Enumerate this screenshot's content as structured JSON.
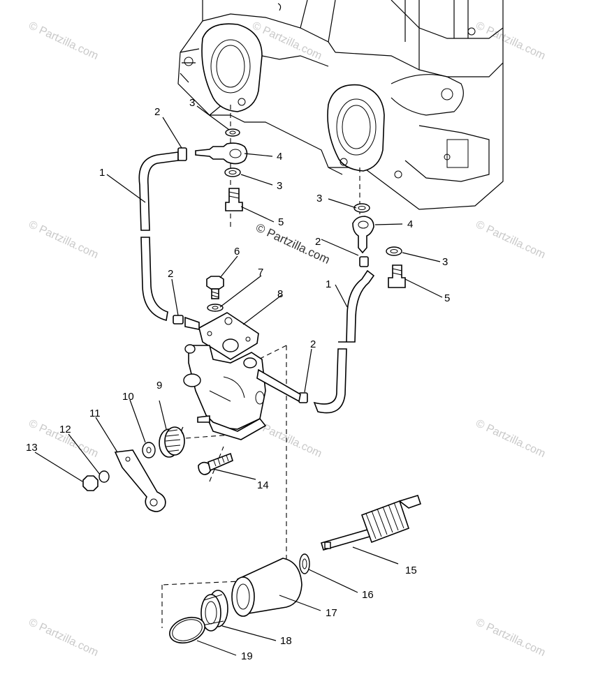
{
  "watermark_text": "© Partzilla.com",
  "center_watermark": "© Partzilla.com",
  "callouts": {
    "c1a": "1",
    "c1b": "1",
    "c2a": "2",
    "c2b": "2",
    "c2c": "2",
    "c2d": "2",
    "c3a": "3",
    "c3b": "3",
    "c3c": "3",
    "c3d": "3",
    "c4a": "4",
    "c4b": "4",
    "c5a": "5",
    "c5b": "5",
    "c6": "6",
    "c7": "7",
    "c8": "8",
    "c9": "9",
    "c10": "10",
    "c11": "11",
    "c12": "12",
    "c13": "13",
    "c14": "14",
    "c15": "15",
    "c16": "16",
    "c17": "17",
    "c18": "18",
    "c19": "19"
  }
}
